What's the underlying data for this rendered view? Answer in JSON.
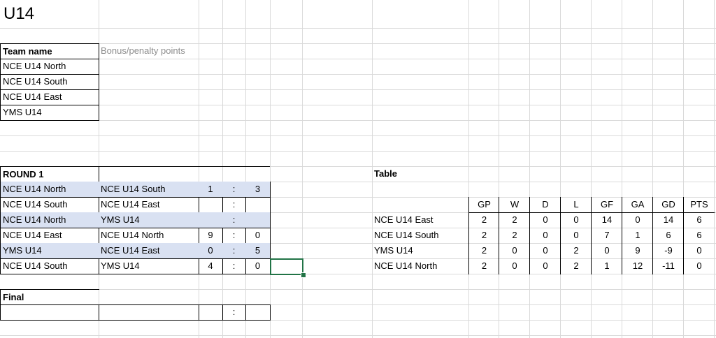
{
  "sheet": {
    "title": "U14"
  },
  "teams": {
    "header_name": "Team name",
    "header_points": "Bonus/penalty points",
    "rows": [
      "NCE U14 North",
      "NCE U14 South",
      "NCE U14 East",
      "YMS U14"
    ]
  },
  "round": {
    "label": "ROUND 1",
    "separator": ":",
    "matches": [
      {
        "home": "NCE U14 North",
        "away": "NCE U14 South",
        "hs": "1",
        "as": "3",
        "shaded": true
      },
      {
        "home": "NCE U14 South",
        "away": "NCE U14 East",
        "hs": "",
        "as": "",
        "shaded": false
      },
      {
        "home": "NCE U14 North",
        "away": "YMS U14",
        "hs": "",
        "as": "",
        "shaded": true
      },
      {
        "home": "NCE U14 East",
        "away": "NCE U14 North",
        "hs": "9",
        "as": "0",
        "shaded": false
      },
      {
        "home": "YMS U14",
        "away": "NCE U14 East",
        "hs": "0",
        "as": "5",
        "shaded": true
      },
      {
        "home": "NCE U14 South",
        "away": "YMS U14",
        "hs": "4",
        "as": "0",
        "shaded": false
      }
    ]
  },
  "final": {
    "label": "Final",
    "separator": ":"
  },
  "table": {
    "title": "Table",
    "headers": [
      "GP",
      "W",
      "D",
      "L",
      "GF",
      "GA",
      "GD",
      "PTS"
    ],
    "rows": [
      {
        "team": "NCE U14 East",
        "values": [
          "2",
          "2",
          "0",
          "0",
          "14",
          "0",
          "14",
          "6"
        ]
      },
      {
        "team": "NCE U14 South",
        "values": [
          "2",
          "2",
          "0",
          "0",
          "7",
          "1",
          "6",
          "6"
        ]
      },
      {
        "team": "YMS U14",
        "values": [
          "2",
          "0",
          "0",
          "2",
          "0",
          "9",
          "-9",
          "0"
        ]
      },
      {
        "team": "NCE U14 North",
        "values": [
          "2",
          "0",
          "0",
          "2",
          "1",
          "12",
          "-11",
          "0"
        ]
      }
    ]
  },
  "colors": {
    "gridline": "#d9d9d9",
    "match_fill": "#d9e1f2",
    "selection": "#217346",
    "placeholder_text": "#8c8c8c"
  }
}
